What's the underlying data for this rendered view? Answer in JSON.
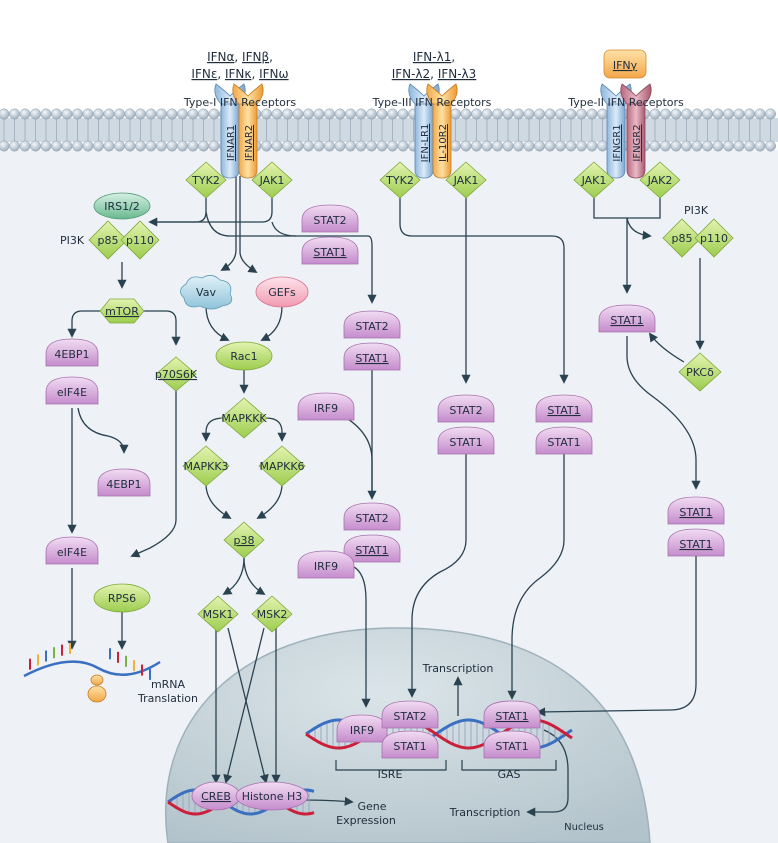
{
  "ligands": {
    "type1_line1": [
      "IFNα",
      ", ",
      "IFNβ",
      ","
    ],
    "type1_line2": [
      "IFNε",
      ", ",
      "IFNκ",
      ", ",
      "IFNω"
    ],
    "type3_line1": [
      "IFN-λ1",
      ","
    ],
    "type3_line2": [
      "IFN-λ2",
      ", ",
      "IFN-λ3"
    ],
    "type2": "IFNγ"
  },
  "receptors": {
    "type1_label": "Type-I IFN Receptors",
    "type3_label": "Type-III IFN Receptors",
    "type2_label": "Type-II IFN Receptors",
    "ifnar1": "IFNAR1",
    "ifnar2": "IFNAR2",
    "ifnlr1": "IFN-LR1",
    "il10r2": "IL-10R2",
    "ifngr1": "IFNGR1",
    "ifngr2": "IFNGR2"
  },
  "nodes": {
    "tyk2": "TYK2",
    "jak1": "JAK1",
    "jak2": "JAK2",
    "irs12": "IRS1/2",
    "pi3k": "PI3K",
    "p85": "p85",
    "p110": "p110",
    "mtor": "mTOR",
    "ebp1_4": "4EBP1",
    "eif4e": "eIF4E",
    "p70s6k": "p70S6K",
    "rps6": "RPS6",
    "vav": "Vav",
    "gefs": "GEFs",
    "rac1": "Rac1",
    "mapkkk": "MAPKKK",
    "mapkk3": "MAPKK3",
    "mapkk6": "MAPKK6",
    "p38": "p38",
    "msk1": "MSK1",
    "msk2": "MSK2",
    "stat1": "STAT1",
    "stat2": "STAT2",
    "irf9": "IRF9",
    "pkcd": "PKCδ",
    "creb": "CREB",
    "histone": "Histone H3"
  },
  "labels": {
    "mrna": "mRNA",
    "translation": "Translation",
    "transcription": "Transcription",
    "isre": "ISRE",
    "gas": "GAS",
    "gene": "Gene",
    "expression": "Expression",
    "nucleus": "Nucleus"
  },
  "colors": {
    "membrane": "#b9c6d3",
    "cytoplasm": "#eef1f5",
    "nucleus": "#c9d5db",
    "arrow": "#2a4250",
    "green": "#b6d86a",
    "pink": "#d6a9d6",
    "stat": "#d9b4de",
    "orange": "#f6b04a",
    "dna_red": "#cc1f3a",
    "dna_blue": "#3a6fc2"
  }
}
